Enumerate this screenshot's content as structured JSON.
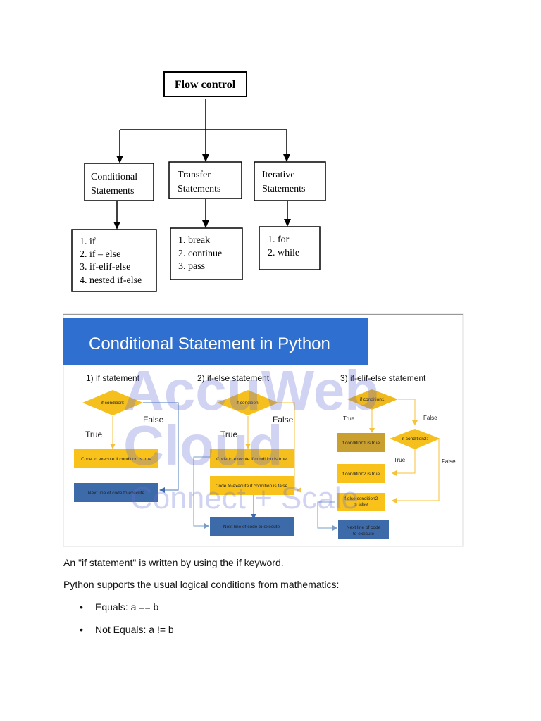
{
  "flow_diagram": {
    "root": "Flow control",
    "categories": [
      {
        "label_lines": [
          "Conditional",
          "Statements"
        ],
        "items": [
          "1. if",
          "2. if – else",
          "3. if-elif-else",
          "4. nested if-else"
        ]
      },
      {
        "label_lines": [
          "Transfer",
          "Statements"
        ],
        "items": [
          "1. break",
          "2. continue",
          "3. pass"
        ]
      },
      {
        "label_lines": [
          "Iterative",
          "Statements"
        ],
        "items": [
          "1. for",
          "2. while"
        ]
      }
    ]
  },
  "python_image": {
    "banner_title": "Conditional Statement in Python",
    "watermark": "AccuWeb Cloud Connect + Scale",
    "colors": {
      "banner": "#2f6fcf",
      "yellow": "#f9c21a",
      "blue_box": "#3d6aa8"
    },
    "section1": {
      "title": "1) if statement",
      "condition": "if condition:",
      "true": "True",
      "false": "False",
      "true_box": "Code to execute if condition is true",
      "next_box": "Next line of code to execute"
    },
    "section2": {
      "title": "2) if-else statement",
      "condition": "if condition:",
      "true": "True",
      "false": "False",
      "true_box": "Code to execute if condition is true",
      "false_box": "Code to execute if condition is false",
      "next_box": "Next line of code to execute"
    },
    "section3": {
      "title": "3) if-elif-else statement",
      "condition1": "if condition1:",
      "condition2": "if condition2:",
      "true1": "True",
      "false1": "False",
      "true2": "True",
      "false2": "False",
      "box1": "if condition1 is true",
      "box2": "if condition2 is true",
      "box3_lines": [
        "if else condition2",
        "is false"
      ],
      "next_lines": [
        "Next line of code",
        "to execute"
      ]
    }
  },
  "text": {
    "p1": "An \"if statement\" is written by using the if keyword.",
    "p2": "Python supports the usual logical conditions from mathematics:",
    "bullets": [
      "Equals: a == b",
      "Not Equals: a != b"
    ],
    "bullet_char": "•"
  }
}
